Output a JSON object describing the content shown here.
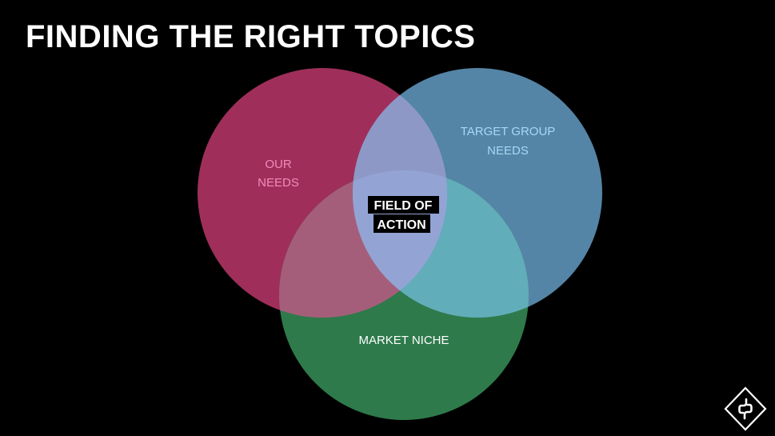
{
  "slide": {
    "title": "FINDING THE RIGHT TOPICS"
  },
  "venn": {
    "sets": {
      "our_needs": {
        "line1": "OUR",
        "line2": "NEEDS",
        "color": "#9f2f5a",
        "label_color": "#f08cbc"
      },
      "target_group_needs": {
        "line1": "TARGET GROUP",
        "line2": "NEEDS",
        "color": "#5585a6",
        "label_color": "#a6d8f5"
      },
      "market_niche": {
        "line1": "MARKET NICHE",
        "color": "#2e7a4b",
        "label_color": "#ffffff"
      }
    },
    "overlaps": {
      "our_market": "#a55e7a",
      "target_market": "#62adba",
      "our_target": "#8e98c6",
      "center": "#93a4d4"
    },
    "center_label": {
      "line1": "FIELD OF",
      "line2": "ACTION"
    }
  },
  "logo": {
    "icon": "hexagon-logo-icon"
  }
}
